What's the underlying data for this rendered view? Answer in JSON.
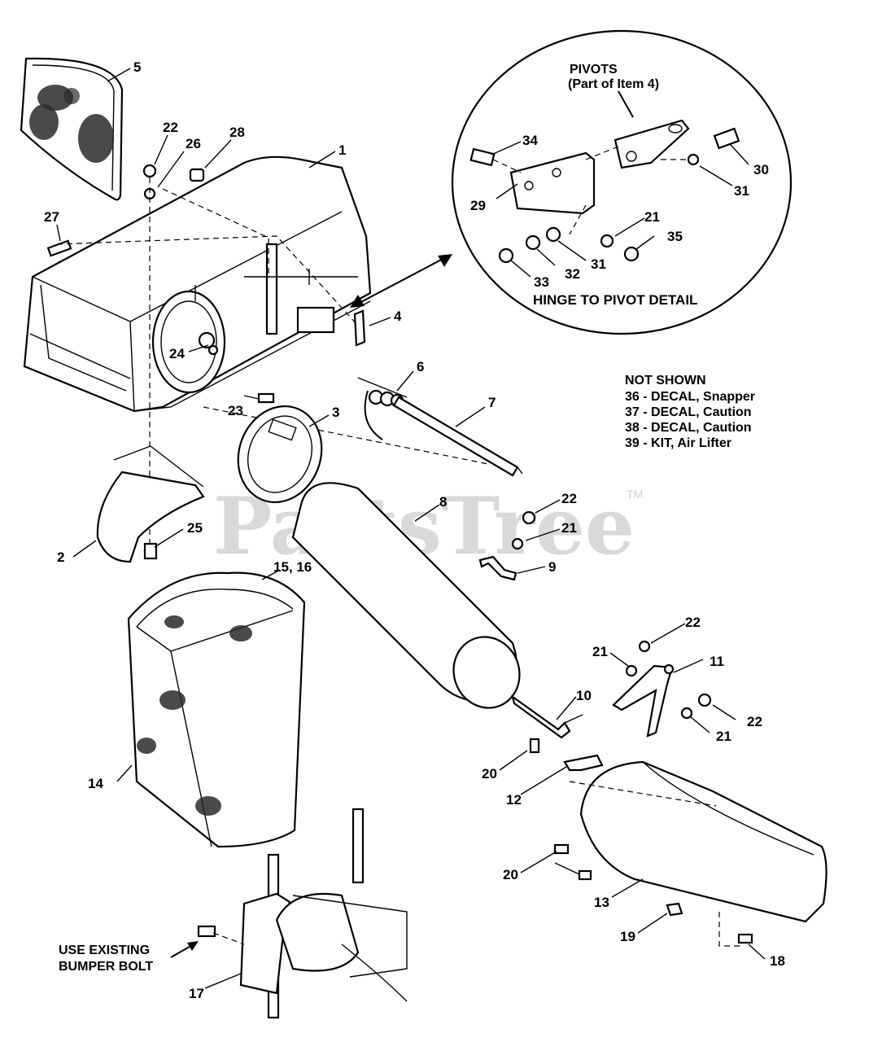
{
  "watermark": {
    "text": "PartsTree",
    "tm": "TM"
  },
  "detail": {
    "pivots_heading": "PIVOTS",
    "pivots_sub": "(Part of Item 4)",
    "title": "HINGE TO PIVOT DETAIL"
  },
  "not_shown": {
    "heading": "NOT SHOWN",
    "items": [
      "36 - DECAL, Snapper",
      "37 - DECAL, Caution",
      "38 - DECAL, Caution",
      "39 - KIT, Air Lifter"
    ]
  },
  "note": {
    "line1": "USE EXISTING",
    "line2": "BUMPER BOLT"
  },
  "callouts": {
    "c1": "1",
    "c2": "2",
    "c3": "3",
    "c4": "4",
    "c5": "5",
    "c6": "6",
    "c7": "7",
    "c8": "8",
    "c9": "9",
    "c10": "10",
    "c11": "11",
    "c12": "12",
    "c13": "13",
    "c14": "14",
    "c15_16": "15, 16",
    "c17": "17",
    "c18": "18",
    "c19": "19",
    "c20a": "20",
    "c20b": "20",
    "c21a": "21",
    "c21b": "21",
    "c21c": "21",
    "c22a": "22",
    "c22b": "22",
    "c22c": "22",
    "c22d": "22",
    "c23": "23",
    "c24": "24",
    "c25": "25",
    "c26": "26",
    "c27": "27",
    "c28": "28",
    "d29": "29",
    "d30": "30",
    "d31a": "31",
    "d31b": "31",
    "d32": "32",
    "d33": "33",
    "d34": "34",
    "d35": "35",
    "d21": "21"
  }
}
